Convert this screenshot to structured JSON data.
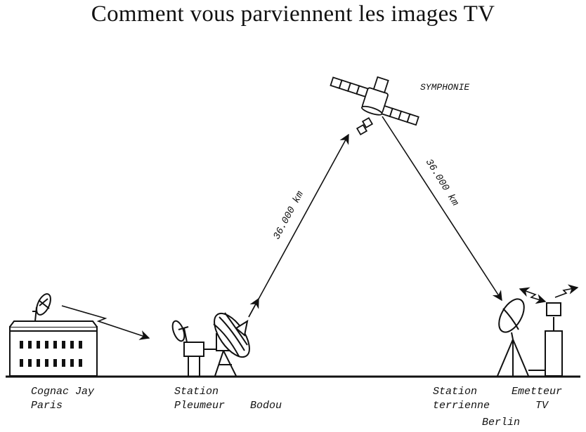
{
  "title": "Comment vous parviennent les images TV",
  "satellite": {
    "name": "SYMPHONIE"
  },
  "distances": {
    "uplink": "36.000 km",
    "downlink": "36.000 km"
  },
  "sites": {
    "paris": {
      "line1": "Cognac Jay",
      "line2": "Paris"
    },
    "pleumeur": {
      "line1": "Station",
      "line2": "Pleumeur",
      "line3": "Bodou"
    },
    "berlin_station": {
      "line1": "Station",
      "line2": "terrienne"
    },
    "emetteur": {
      "line1": "Emetteur",
      "line2": "TV"
    },
    "city": "Berlin"
  }
}
